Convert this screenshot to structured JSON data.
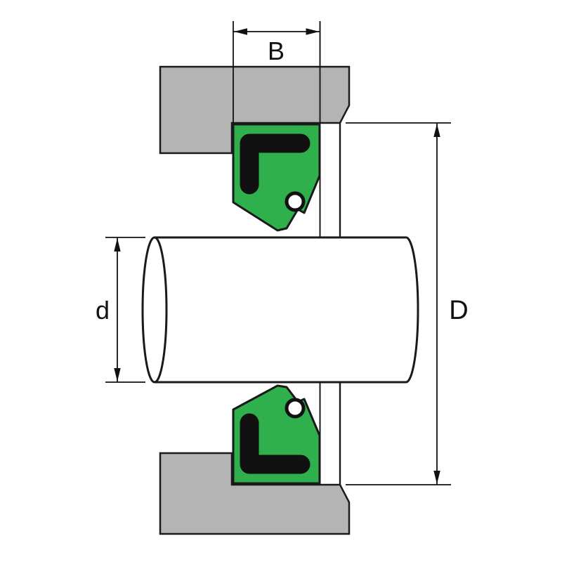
{
  "diagram": {
    "labels": {
      "seal_width": "B",
      "shaft_diameter": "d",
      "bore_diameter": "D"
    },
    "colors": {
      "seal_body": "#2fb04c",
      "seal_lip": "#111111",
      "housing": "#b4b4b4",
      "outline": "#1a1a1a",
      "dimension": "#111111",
      "background": "#ffffff"
    }
  }
}
